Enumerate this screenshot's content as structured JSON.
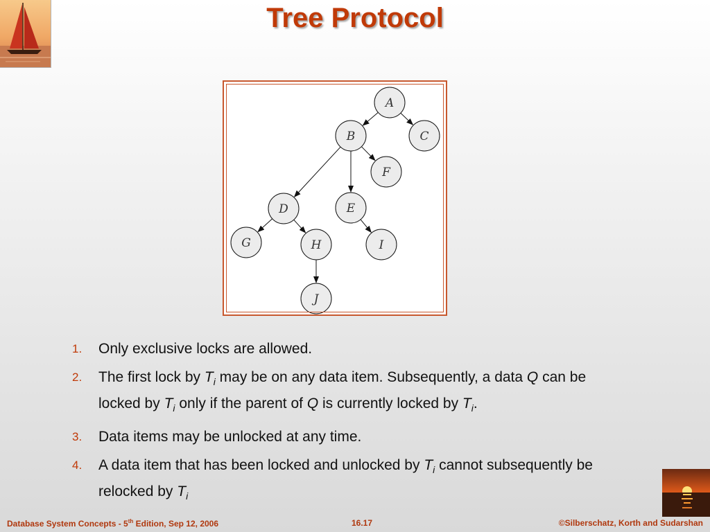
{
  "slide": {
    "title": "Tree Protocol"
  },
  "tree": {
    "nodes": [
      "A",
      "B",
      "C",
      "D",
      "E",
      "F",
      "G",
      "H",
      "I",
      "J"
    ],
    "edges": [
      [
        "A",
        "B"
      ],
      [
        "A",
        "C"
      ],
      [
        "B",
        "D"
      ],
      [
        "B",
        "E"
      ],
      [
        "B",
        "F"
      ],
      [
        "D",
        "G"
      ],
      [
        "D",
        "H"
      ],
      [
        "E",
        "I"
      ],
      [
        "H",
        "J"
      ]
    ]
  },
  "rules": [
    {
      "num": "1.",
      "parts": [
        "Only exclusive locks are allowed."
      ]
    },
    {
      "num": "2.",
      "parts": [
        "The first lock by ",
        "T",
        "i",
        " may be on any data item. Subsequently, a data ",
        "Q",
        " can be locked by ",
        "T",
        "i",
        " only if the parent of ",
        "Q",
        " is currently locked by ",
        "T",
        "i",
        "."
      ]
    },
    {
      "num": "3.",
      "parts": [
        "Data items may be unlocked at any time."
      ]
    },
    {
      "num": "4.",
      "parts": [
        "A data item that has been locked and unlocked by ",
        "T",
        "i",
        "  cannot subsequently be relocked by ",
        "T",
        "i"
      ]
    }
  ],
  "footer": {
    "left_pre": "Database System Concepts - 5",
    "left_sup": "th",
    "left_post": " Edition, Sep 12, 2006",
    "page": "16.17",
    "right": "©Silberschatz, Korth and Sudarshan"
  },
  "colors": {
    "accent": "#c03a08",
    "frame": "#c8582e"
  },
  "icons": [
    "sailboat-logo",
    "sunset-logo"
  ]
}
